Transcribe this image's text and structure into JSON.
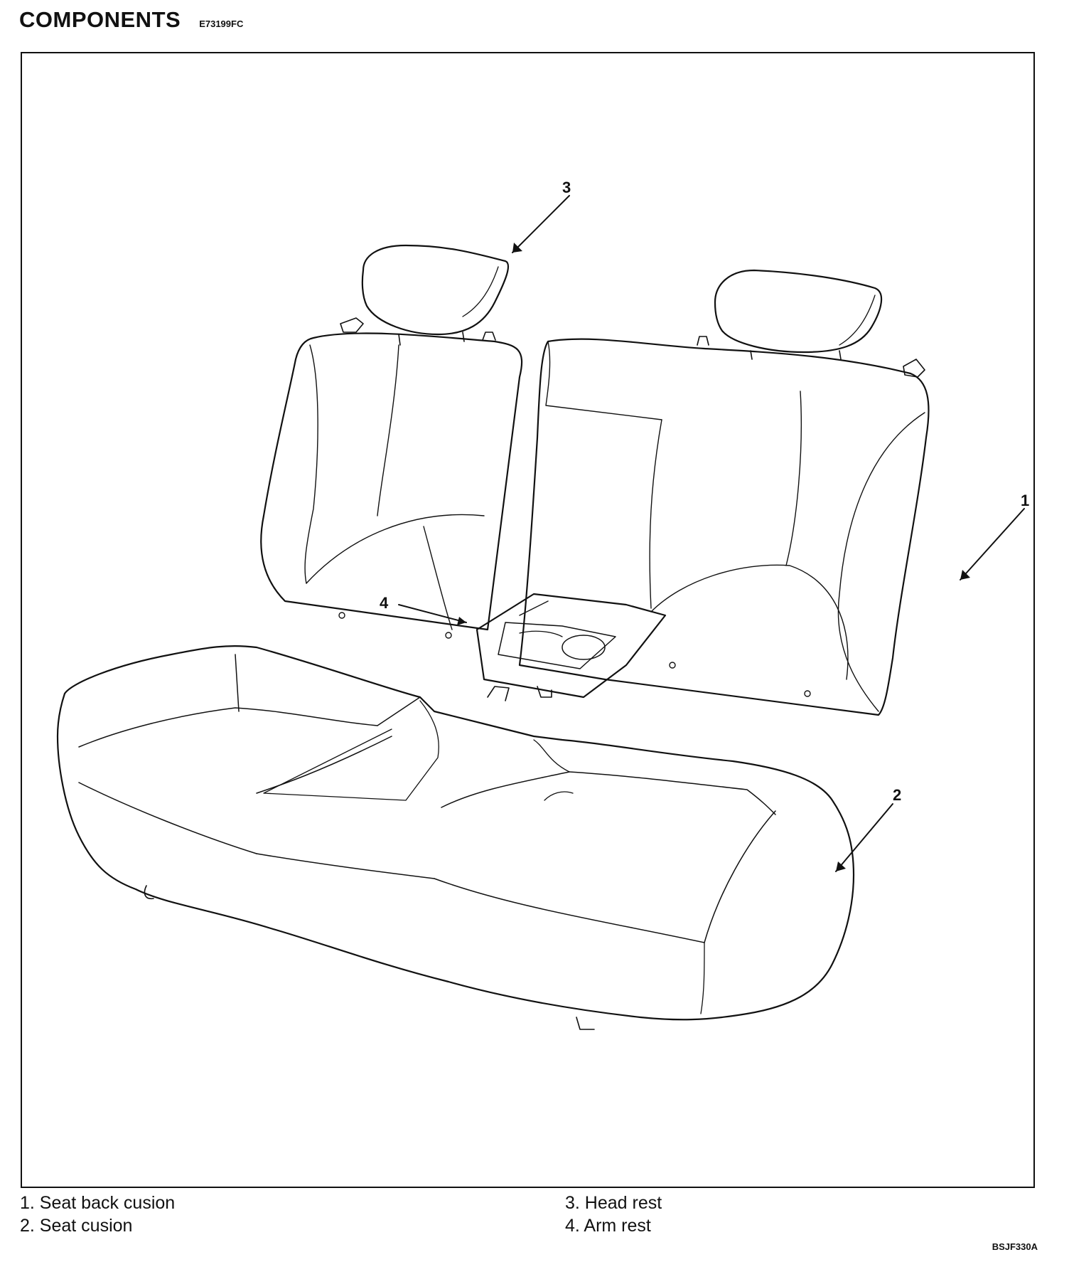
{
  "header": {
    "title": "COMPONENTS",
    "code": "E73199FC"
  },
  "diagram": {
    "callouts": [
      {
        "number": "1"
      },
      {
        "number": "2"
      },
      {
        "number": "3"
      },
      {
        "number": "4"
      }
    ]
  },
  "legend": {
    "items": [
      "1. Seat back cusion",
      "2. Seat cusion",
      "3. Head rest",
      "4. Arm rest"
    ]
  },
  "figure_code": "BSJF330A"
}
